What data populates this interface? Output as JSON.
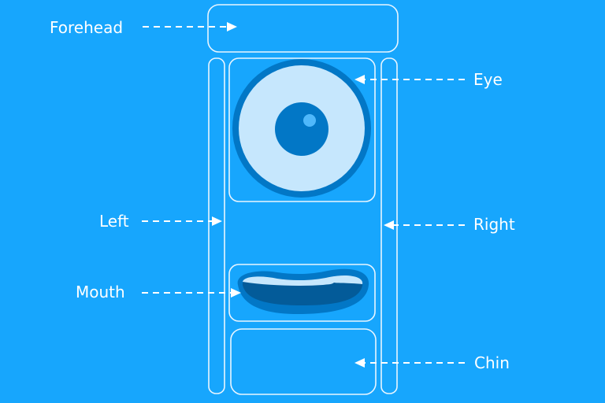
{
  "diagram": {
    "title": "Face region segmentation diagram",
    "colors": {
      "background": "#17a6fd",
      "outline": "#e8f5ff",
      "eye_white": "#c6e7fd",
      "eye_ring": "#0277c6",
      "pupil": "#0277c6",
      "pupil_highlight": "#4fb8fb",
      "lip_outline": "#0277c6",
      "mouth_inner": "#035b99",
      "teeth": "#c6e7fd"
    },
    "labels": {
      "forehead": "Forehead",
      "eye": "Eye",
      "left": "Left",
      "right": "Right",
      "mouth": "Mouth",
      "chin": "Chin"
    },
    "regions": [
      "Forehead",
      "Left",
      "Eye",
      "Mouth",
      "Chin",
      "Right"
    ]
  }
}
